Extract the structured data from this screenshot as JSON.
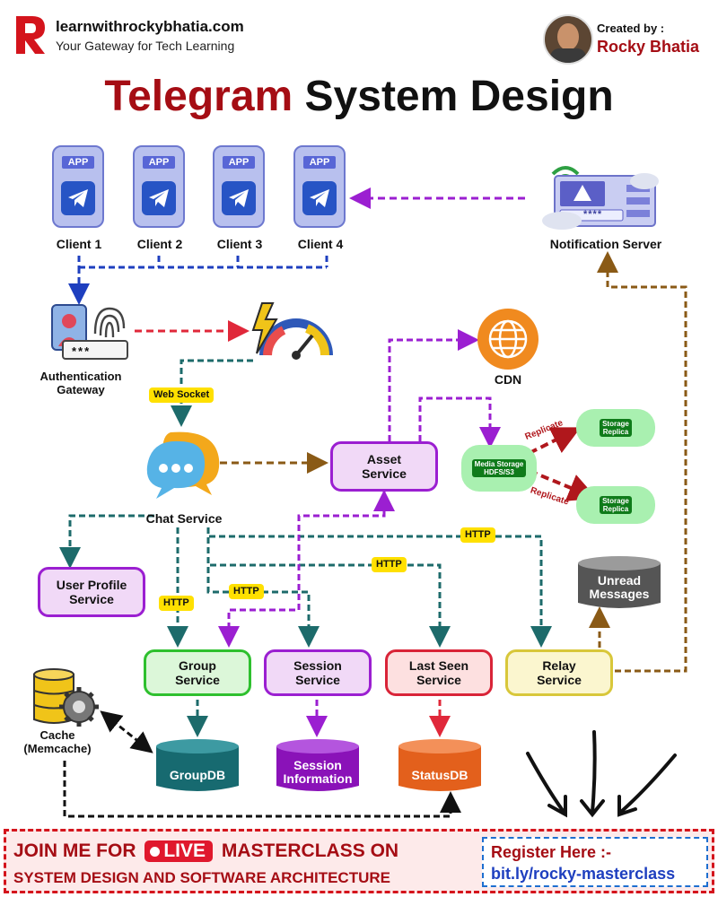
{
  "header": {
    "site": "learnwithrockybhatia.com",
    "tagline": "Your Gateway for Tech Learning",
    "created_by_label": "Created by :",
    "author": "Rocky Bhatia",
    "title_part1": "Telegram",
    "title_part2": "System Design"
  },
  "clients": [
    {
      "app": "APP",
      "label": "Client 1"
    },
    {
      "app": "APP",
      "label": "Client 2"
    },
    {
      "app": "APP",
      "label": "Client 3"
    },
    {
      "app": "APP",
      "label": "Client 4"
    }
  ],
  "notification_server": {
    "label": "Notification Server",
    "mask": "****"
  },
  "auth": {
    "label": "Authentication\nGateway",
    "mask": "***"
  },
  "websocket_tag": "Web Socket",
  "chat_service": {
    "label": "Chat Service"
  },
  "asset_service": {
    "label": "Asset\nService"
  },
  "cdn": {
    "label": "CDN"
  },
  "media_storage": {
    "label": "Media Storage\nHDFS/S3"
  },
  "replicas": [
    {
      "label": "Storage\nReplica",
      "arrow_label": "Replicate"
    },
    {
      "label": "Storage\nReplica",
      "arrow_label": "Replicate"
    }
  ],
  "http_tags": [
    "HTTP",
    "HTTP",
    "HTTP",
    "HTTP"
  ],
  "user_profile_service": {
    "label": "User Profile\nService"
  },
  "unread_messages": {
    "label": "Unread\nMessages"
  },
  "services": {
    "group": "Group\nService",
    "session": "Session\nService",
    "last_seen": "Last Seen\nService",
    "relay": "Relay\nService"
  },
  "cache": {
    "label": "Cache\n(Memcache)"
  },
  "databases": {
    "group": "GroupDB",
    "session": "Session\nInformation",
    "status": "StatusDB"
  },
  "banner": {
    "line1_a": "JOIN ME FOR",
    "live": "LIVE",
    "line1_b": "MASTERCLASS ON",
    "line2": "SYSTEM DESIGN AND SOFTWARE ARCHITECTURE",
    "register": "Register Here :-",
    "link": "bit.ly/rocky-masterclass"
  },
  "colors": {
    "title_red": "#a50d14",
    "purple": "#9b1fd1",
    "teal": "#1d6b6b",
    "blue": "#1e3fbf",
    "brown": "#8a5a16",
    "red": "#e0283a",
    "darkred": "#b0171c"
  }
}
